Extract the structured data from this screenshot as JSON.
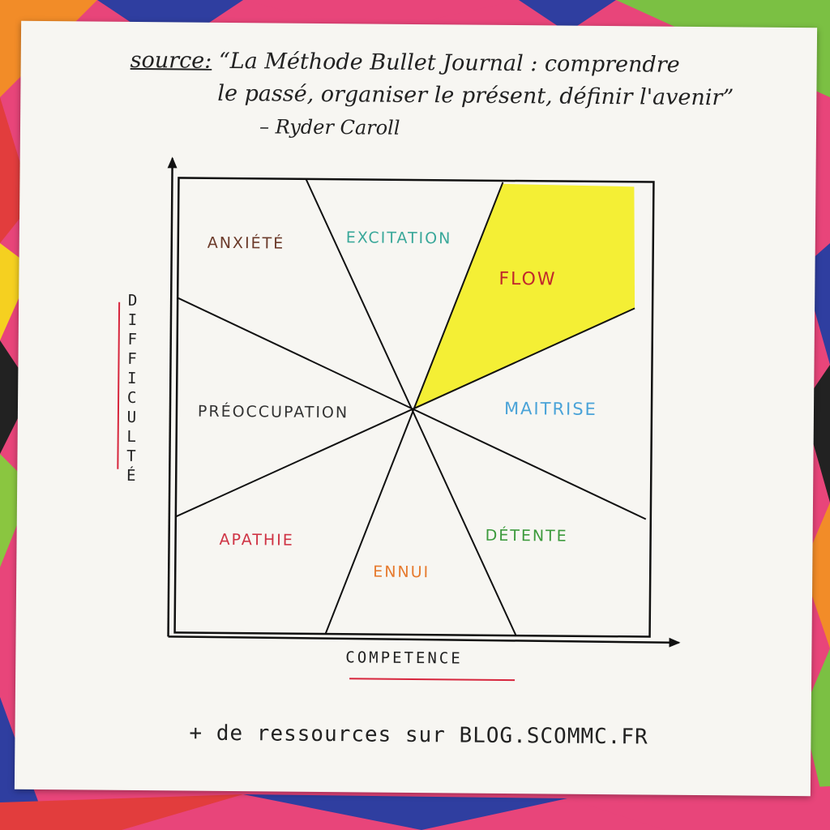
{
  "header": {
    "source_label": "source:",
    "quote_line1": "“La Méthode Bullet Journal : comprendre",
    "quote_line2": "le passé, organiser le présent, définir l'avenir”",
    "author": "– Ryder Caroll"
  },
  "diagram": {
    "y_axis_label": "DIFFICULTÉ",
    "x_axis_label": "COMPETENCE",
    "zones": [
      {
        "label": "ANXIÉTÉ",
        "color": "#6b3a2a"
      },
      {
        "label": "EXCITATION",
        "color": "#3aa89a"
      },
      {
        "label": "FLOW",
        "color": "#c0282c"
      },
      {
        "label": "MAITRISE",
        "color": "#4aa3d8"
      },
      {
        "label": "PRÉOCCUPATION",
        "color": "#333333"
      },
      {
        "label": "DÉTENTE",
        "color": "#3c9a3c"
      },
      {
        "label": "ENNUI",
        "color": "#e67a2e"
      },
      {
        "label": "APATHIE",
        "color": "#cf3344"
      }
    ],
    "highlight_color": "#f3ee2a",
    "underline_color": "#d7263d"
  },
  "footer": {
    "text": "+ de ressources sur BLOG.SCOMMC.FR"
  }
}
